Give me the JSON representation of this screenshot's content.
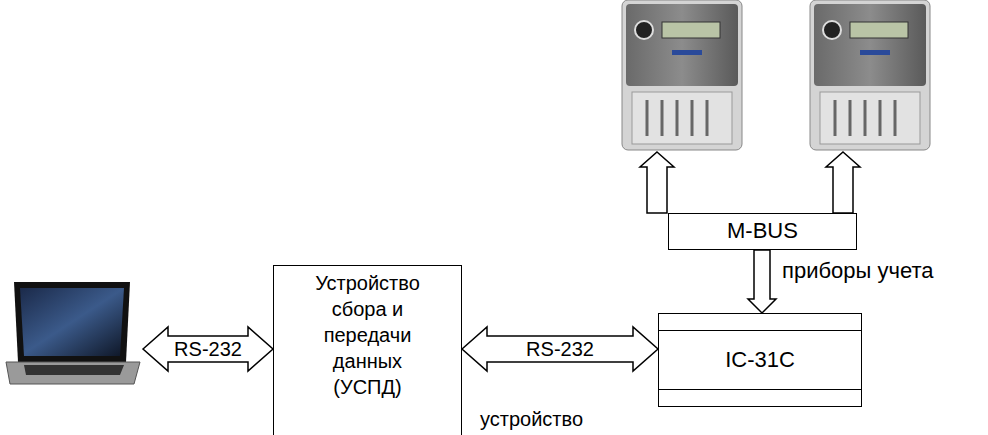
{
  "diagram": {
    "nodes": [
      {
        "text": [
          "M-BUS"
        ]
      },
      {
        "text": [
          "Устройство сбора и передачи данных (УСПД)"
        ]
      },
      {
        "text": [
          "IC-31C"
        ]
      }
    ],
    "edges": [
      {
        "from": 1,
        "to": 2,
        "arrow": "both",
        "label": "RS-232"
      },
      {
        "from": 0,
        "to": 2,
        "arrow": "to"
      }
    ],
    "labels": [
      "RS-232",
      "приборы учета",
      "устройство"
    ]
  }
}
